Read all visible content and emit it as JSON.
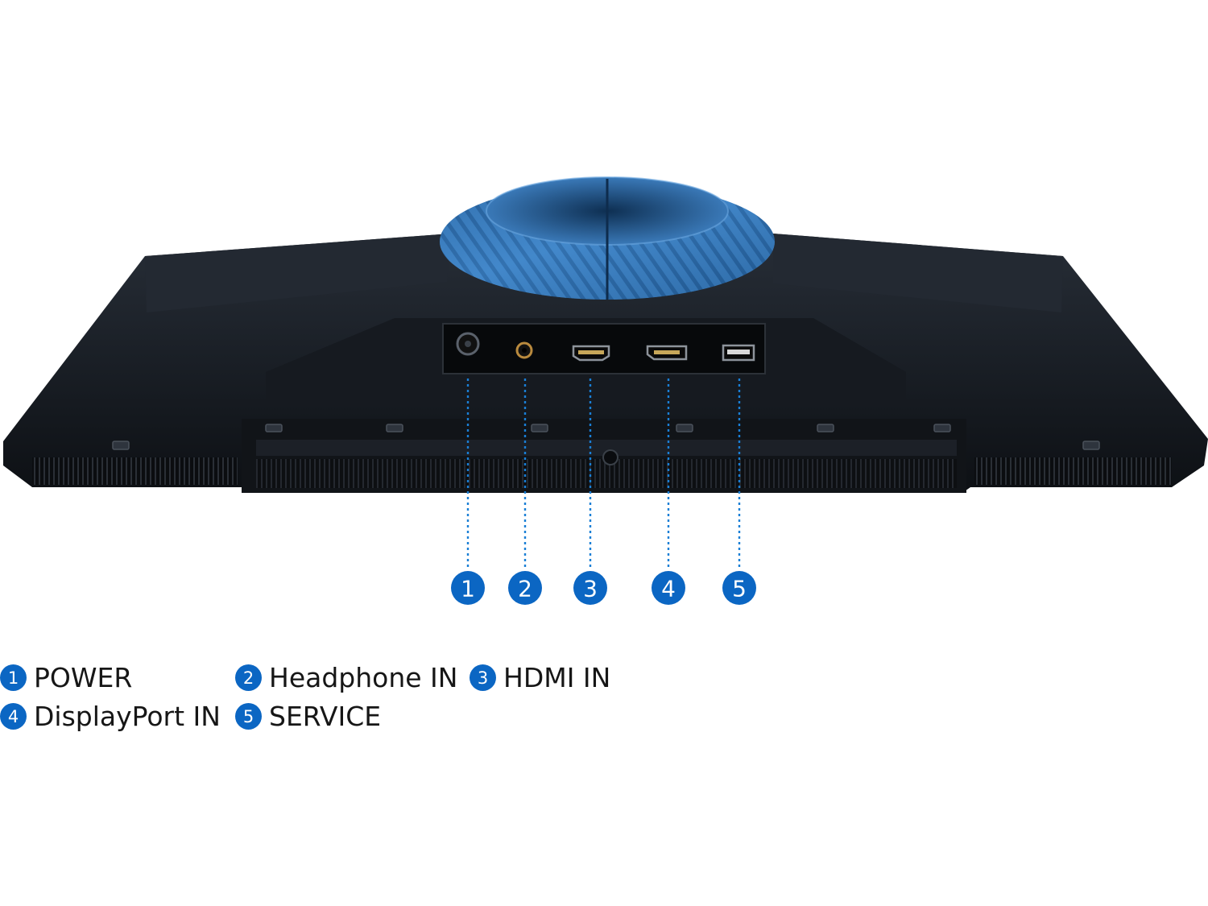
{
  "ports": [
    {
      "number": "1",
      "label": "POWER"
    },
    {
      "number": "2",
      "label": "Headphone IN"
    },
    {
      "number": "3",
      "label": "HDMI IN"
    },
    {
      "number": "4",
      "label": "DisplayPort IN"
    },
    {
      "number": "5",
      "label": "SERVICE"
    }
  ],
  "colors": {
    "accent": "#0b66c3",
    "leader_line": "#1a7fd6",
    "stand_ring": "#3d7fc0",
    "monitor_body": "#15191f",
    "text": "#161616"
  }
}
